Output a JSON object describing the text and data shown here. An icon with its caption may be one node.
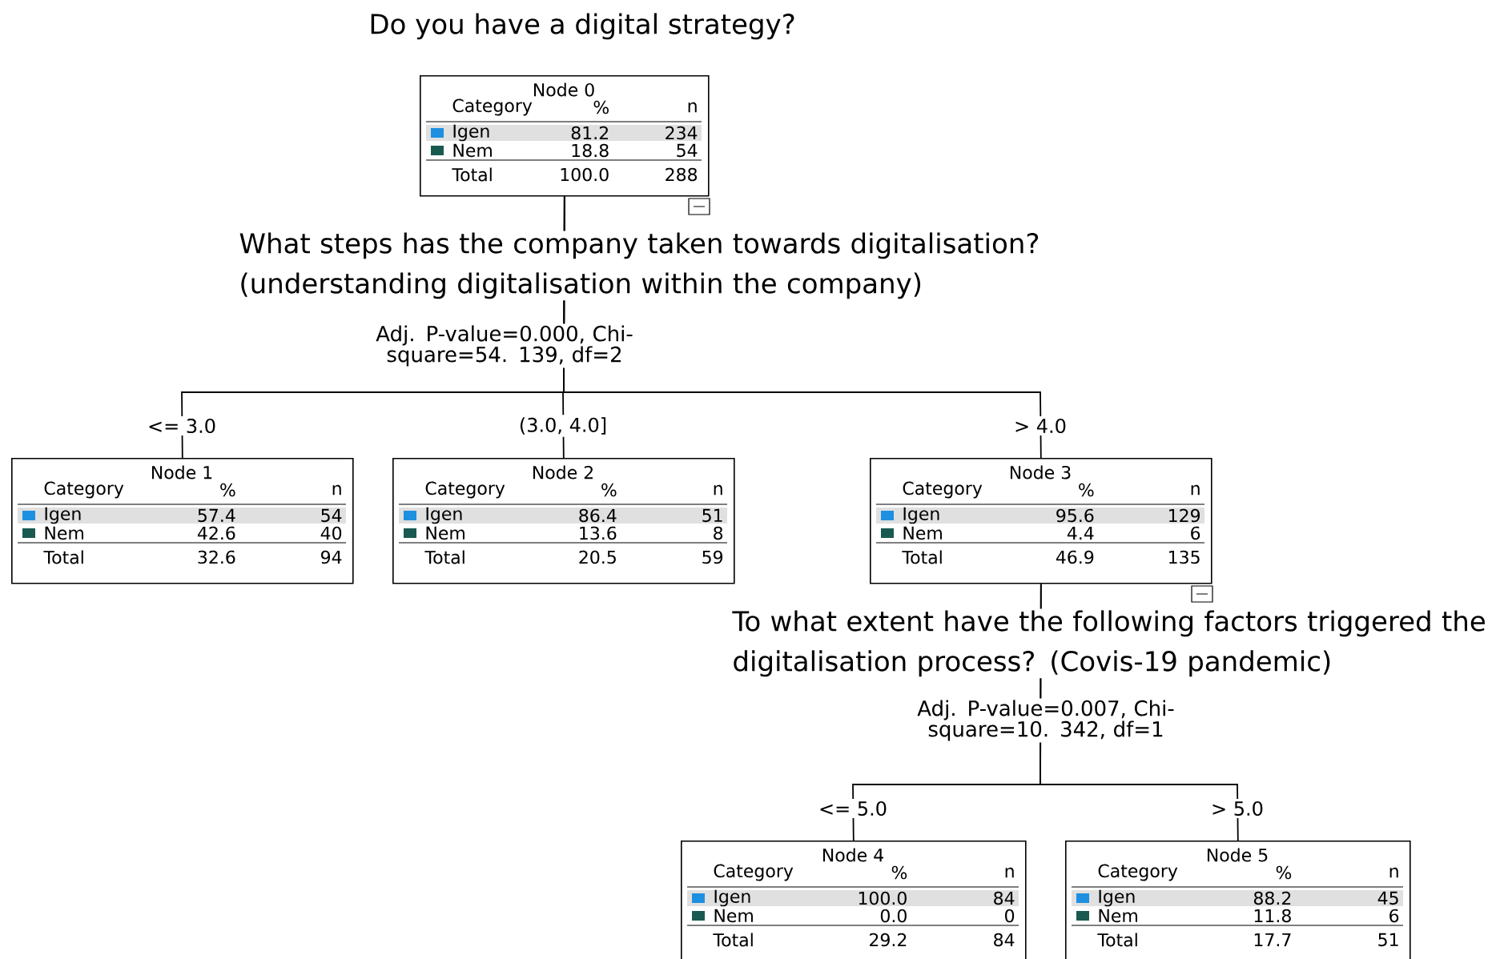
{
  "diagram": {
    "title": "Do you have a digital strategy?",
    "nodes": [
      {
        "text": [
          "Node 0",
          "Category",
          "%",
          "n",
          "Igen",
          "81.2",
          "234",
          "Nem",
          "18.8",
          "54",
          "Total",
          "100.0",
          "288"
        ]
      },
      {
        "text": [
          "Node 1",
          "Category",
          "%",
          "n",
          "Igen",
          "57.4",
          "54",
          "Nem",
          "42.6",
          "40",
          "Total",
          "32.6",
          "94"
        ]
      },
      {
        "text": [
          "Node 2",
          "Category",
          "%",
          "n",
          "Igen",
          "86.4",
          "51",
          "Nem",
          "13.6",
          "8",
          "Total",
          "20.5",
          "59"
        ]
      },
      {
        "text": [
          "Node 3",
          "Category",
          "%",
          "n",
          "Igen",
          "95.6",
          "129",
          "Nem",
          "4.4",
          "6",
          "Total",
          "46.9",
          "135"
        ]
      },
      {
        "text": [
          "Node 4",
          "Category",
          "%",
          "n",
          "Igen",
          "100.0",
          "84",
          "Nem",
          "0.0",
          "0",
          "Total",
          "29.2",
          "84"
        ]
      },
      {
        "text": [
          "Node 5",
          "Category",
          "%",
          "n",
          "Igen",
          "88.2",
          "45",
          "Nem",
          "11.8",
          "6",
          "Total",
          "17.7",
          "51"
        ]
      }
    ],
    "edges": [
      {
        "from": 0,
        "to": 1,
        "arrow": "none",
        "label": "<= 3.0"
      },
      {
        "from": 0,
        "to": 2,
        "arrow": "none",
        "label": "(3.0, 4.0]"
      },
      {
        "from": 0,
        "to": 3,
        "arrow": "none",
        "label": "> 4.0"
      },
      {
        "from": 3,
        "to": 4,
        "arrow": "none",
        "label": "<= 5.0"
      },
      {
        "from": 3,
        "to": 5,
        "arrow": "none",
        "label": "> 5.0"
      }
    ],
    "labels": [
      "What steps has the company taken towards digitalisation? (understanding digitalisation within the company)",
      "Adj. P-value=0.000, Chi-square=54. 139, df=2",
      "To what extent have the following factors triggered the digitalisation process? (Covis-19 pandemic)",
      "Adj. P-value=0.007, Chi-square=10. 342, df=1"
    ]
  }
}
